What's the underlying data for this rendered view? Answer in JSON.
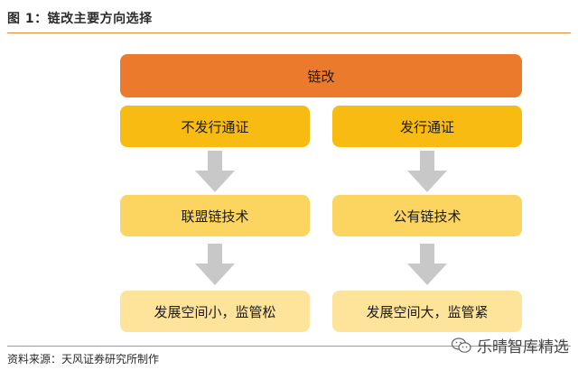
{
  "figure": {
    "title": "图 1：链改主要方向选择",
    "source": "资料来源：天风证券研究所制作"
  },
  "diagram": {
    "top": "链改",
    "left": {
      "step1": "不发行通证",
      "step2": "联盟链技术",
      "step3": "发展空间小，监管松"
    },
    "right": {
      "step1": "发行通证",
      "step2": "公有链技术",
      "step3": "发展空间大，监管紧"
    }
  },
  "watermark": {
    "text": "乐晴智库精选",
    "icon": "wechat-icon"
  },
  "colors": {
    "accent_rule": "#e08a3c",
    "top_box": "#ec7a2d",
    "level1": "#f8bb12",
    "level2": "#fbd55f",
    "level3": "#fde49a",
    "arrow": "#c8c8c8"
  }
}
